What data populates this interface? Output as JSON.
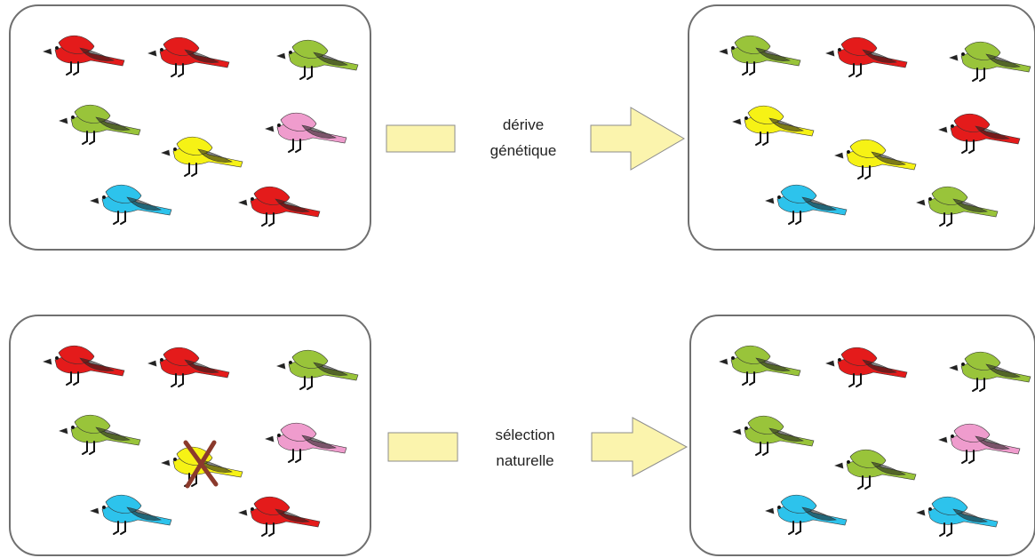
{
  "colors": {
    "red": "#e41b1b",
    "green": "#99c43a",
    "yellow": "#f6f215",
    "pink": "#ef9ccd",
    "blue": "#2dc3ec",
    "arrow_fill": "#fbf4ad",
    "arrow_stroke": "#8c8c8c",
    "box_stroke": "#707070",
    "cross": "#8b3a2c"
  },
  "processes": [
    {
      "label_lines": [
        "dérive",
        "génétique"
      ],
      "before": [
        "red",
        "red",
        "green",
        "green",
        "yellow",
        "pink",
        "blue",
        "red"
      ],
      "after": [
        "green",
        "red",
        "green",
        "yellow",
        "red",
        "yellow",
        "blue",
        "green"
      ],
      "eliminated": []
    },
    {
      "label_lines": [
        "sélection",
        "naturelle"
      ],
      "before": [
        "red",
        "red",
        "green",
        "green",
        "yellow",
        "pink",
        "blue",
        "red"
      ],
      "after": [
        "green",
        "red",
        "green",
        "green",
        "pink",
        "green",
        "blue",
        "blue"
      ],
      "eliminated": [
        4
      ]
    }
  ]
}
